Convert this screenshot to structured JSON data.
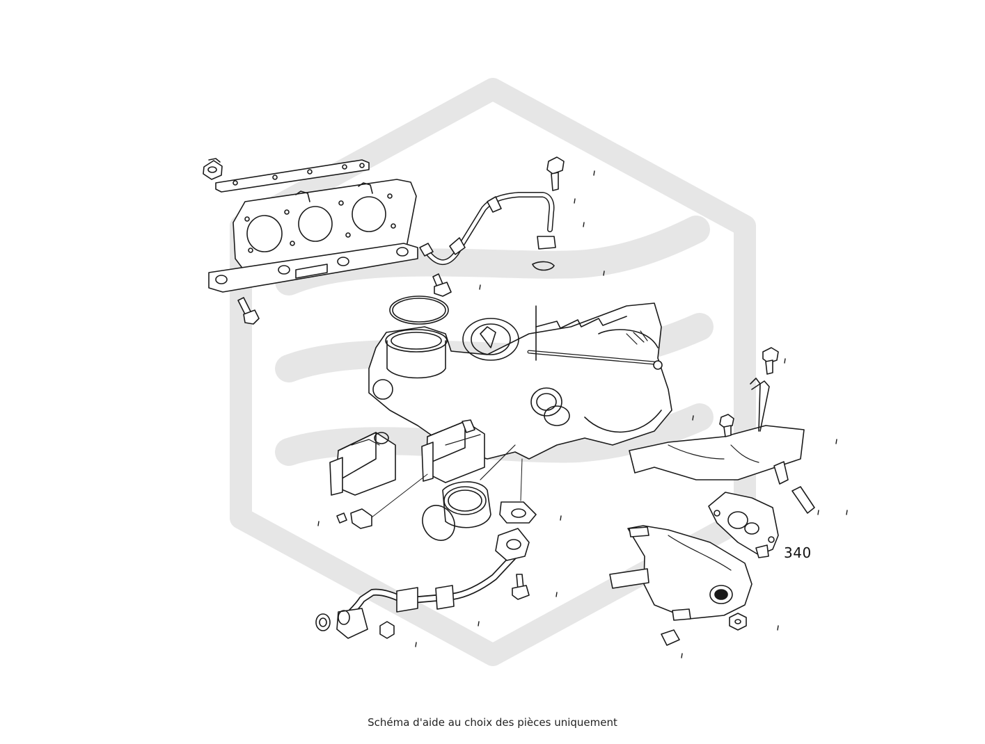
{
  "diagram": {
    "callout_label": "340",
    "caption": "Schéma d'aide au choix des pièces uniquement",
    "colors": {
      "line": "#1a1a1a",
      "watermark": "#e6e6e6",
      "background": "#ffffff"
    },
    "icons": [
      "watermark-logo",
      "exploded-turbo-parts"
    ]
  }
}
